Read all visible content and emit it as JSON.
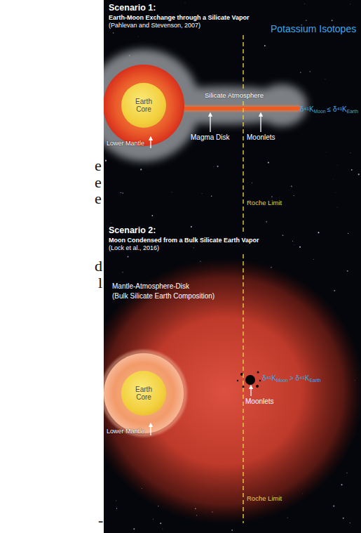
{
  "diagram": {
    "nodes": [
      {
        "text": [
          "Earth Core"
        ]
      },
      {
        "text": [
          "Earth Core"
        ]
      }
    ],
    "labels": [
      "e",
      "e",
      "e",
      "d",
      "l",
      "-",
      "Scenario 1:",
      "Earth-Moon Exchange through a Silicate Vapor",
      "(Pahlevan and Stevenson, 2007)",
      "Potassium Isotopes",
      "Silicate Atmosphere",
      "Lower Mantle",
      "Magma Disk",
      "Moonlets",
      "Roche Limit",
      "δ⁴¹K",
      "Moon",
      "≤ δ⁴¹K",
      "Earth",
      "Scenario 2:",
      "Moon Condensed from a Bulk Silicate Earth Vapor",
      "(Lock et al., 2016)",
      "Mantle-Atmosphere-Disk",
      "(Bulk Silicate Earth Composition)",
      "Lower Mantle",
      "Moonlets",
      "δ⁴¹K",
      "Moon",
      "> δ⁴¹K",
      "Earth",
      "Roche Limit"
    ]
  }
}
